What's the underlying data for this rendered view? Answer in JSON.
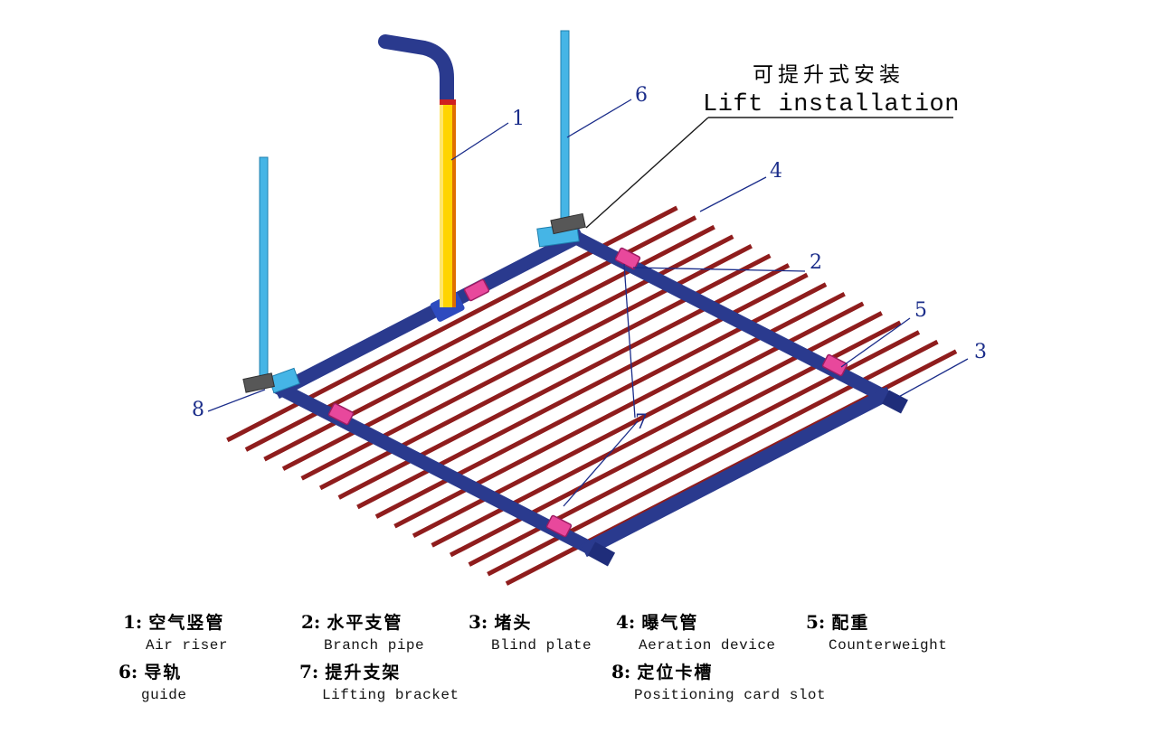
{
  "title": {
    "zh": "可提升式安装",
    "en": "Lift installation"
  },
  "callouts": [
    "1",
    "2",
    "3",
    "4",
    "5",
    "6",
    "7",
    "8"
  ],
  "legend": [
    {
      "num": "1:",
      "zh": "空气竖管",
      "en": "Air riser"
    },
    {
      "num": "2:",
      "zh": "水平支管",
      "en": "Branch pipe"
    },
    {
      "num": "3:",
      "zh": "堵头",
      "en": "Blind plate"
    },
    {
      "num": "4:",
      "zh": "曝气管",
      "en": "Aeration device"
    },
    {
      "num": "5:",
      "zh": "配重",
      "en": "Counterweight"
    },
    {
      "num": "6:",
      "zh": "导轨",
      "en": "guide"
    },
    {
      "num": "7:",
      "zh": "提升支架",
      "en": "Lifting bracket"
    },
    {
      "num": "8:",
      "zh": "定位卡槽",
      "en": "Positioning card slot"
    }
  ],
  "colors": {
    "frame_navy": "#2a3a8e",
    "stub_navy": "#1f2d7a",
    "aeration_red": "#8f1d1d",
    "rail_blue": "#45b5e6",
    "riser_yellow": "#ffd400",
    "riser_shade": "#e06f00",
    "riser_light": "#ffe66a",
    "riser_band_red": "#cf2020",
    "block_pink": "#e8489c",
    "block_pink_edge": "#9c1c62",
    "bracket_gray": "#575757",
    "connector_blue": "#2e4bbf",
    "leader_navy": "#1b2d8a",
    "title_line": "#1a1a1a"
  }
}
